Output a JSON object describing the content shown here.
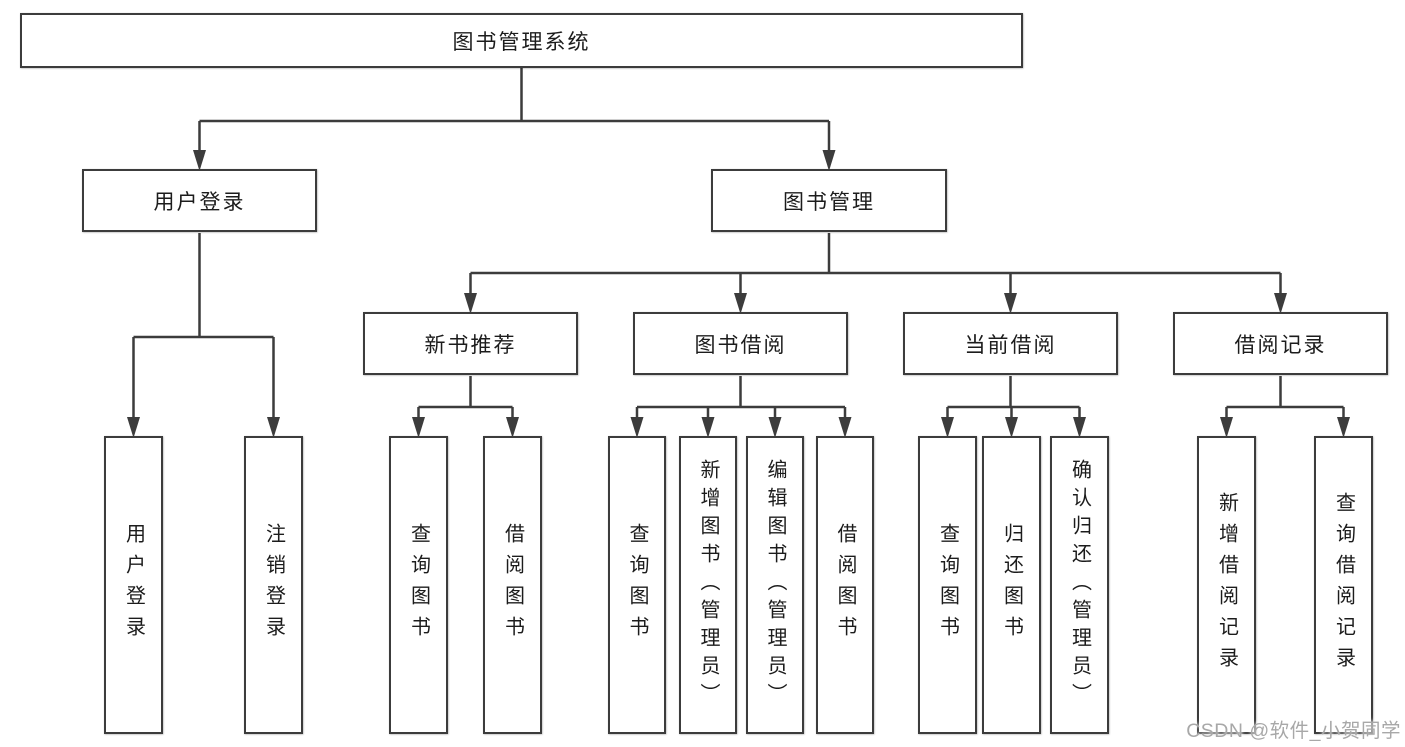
{
  "root": {
    "label": "图书管理系统"
  },
  "level2": [
    {
      "label": "用户登录"
    },
    {
      "label": "图书管理"
    }
  ],
  "level3": [
    {
      "label": "新书推荐",
      "parent": "图书管理"
    },
    {
      "label": "图书借阅",
      "parent": "图书管理"
    },
    {
      "label": "当前借阅",
      "parent": "图书管理"
    },
    {
      "label": "借阅记录",
      "parent": "图书管理"
    }
  ],
  "leaves": [
    {
      "label": "用户登录",
      "parent": "用户登录"
    },
    {
      "label": "注销登录",
      "parent": "用户登录"
    },
    {
      "label": "查询图书",
      "parent": "新书推荐"
    },
    {
      "label": "借阅图书",
      "parent": "新书推荐"
    },
    {
      "label": "查询图书",
      "parent": "图书借阅"
    },
    {
      "label": "新增图书（管理员）",
      "parent": "图书借阅"
    },
    {
      "label": "编辑图书（管理员）",
      "parent": "图书借阅"
    },
    {
      "label": "借阅图书",
      "parent": "图书借阅"
    },
    {
      "label": "查询图书",
      "parent": "当前借阅"
    },
    {
      "label": "归还图书",
      "parent": "当前借阅"
    },
    {
      "label": "确认归还（管理员）",
      "parent": "当前借阅"
    },
    {
      "label": "新增借阅记录",
      "parent": "借阅记录"
    },
    {
      "label": "查询借阅记录",
      "parent": "借阅记录"
    }
  ],
  "watermark": {
    "text": "CSDN @软件_小贺同学"
  },
  "colors": {
    "line": "#3c3c3c",
    "box_border": "#3c3c3c",
    "text": "#1c1c1c",
    "watermark": "#a8a8a8",
    "background": "#ffffff"
  }
}
